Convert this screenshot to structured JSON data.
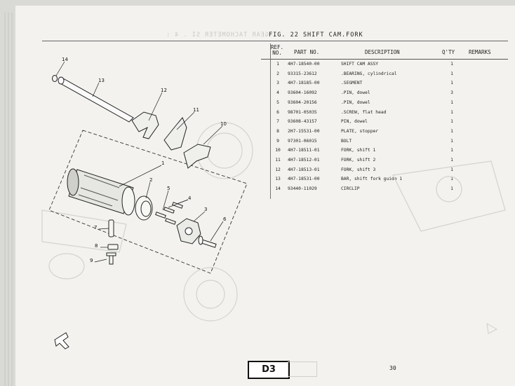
{
  "figure": {
    "title": "FIG. 22  SHIFT CAM.FORK"
  },
  "columns": {
    "ref": "REF.\nNO.",
    "part": "PART NO.",
    "desc": "DESCRIPTION",
    "qty": "Q'TY",
    "remarks": "REMARKS"
  },
  "rows": [
    {
      "ref": "1",
      "part": "4H7-18540-00",
      "desc": "SHIFT CAM ASSY",
      "qty": "1"
    },
    {
      "ref": "2",
      "part": "93315-23612",
      "desc": ".BEARING, cylindrical",
      "qty": "1"
    },
    {
      "ref": "3",
      "part": "4H7-18185-00",
      "desc": ".SEGMENT",
      "qty": "1"
    },
    {
      "ref": "4",
      "part": "93604-16092",
      "desc": ".PIN, dowel",
      "qty": "3"
    },
    {
      "ref": "5",
      "part": "93604-20156",
      "desc": ".PIN, dowel",
      "qty": "1"
    },
    {
      "ref": "6",
      "part": "98701-05035",
      "desc": ".SCREW, flat head",
      "qty": "1"
    },
    {
      "ref": "7",
      "part": "93608-43157",
      "desc": "PIN, dowel",
      "qty": "1"
    },
    {
      "ref": "8",
      "part": "2H7-15531-00",
      "desc": "PLATE, stopper",
      "qty": "1"
    },
    {
      "ref": "9",
      "part": "97301-06015",
      "desc": "BOLT",
      "qty": "1"
    },
    {
      "ref": "10",
      "part": "4H7-18511-01",
      "desc": "FORK, shift 1",
      "qty": "1"
    },
    {
      "ref": "11",
      "part": "4H7-18512-01",
      "desc": "FORK, shift 2",
      "qty": "1"
    },
    {
      "ref": "12",
      "part": "4H7-18513-01",
      "desc": "FORK, shift 3",
      "qty": "1"
    },
    {
      "ref": "13",
      "part": "4H7-18531-00",
      "desc": "BAR, shift fork guide 1",
      "qty": "1"
    },
    {
      "ref": "14",
      "part": "93440-11029",
      "desc": "CIRCLIP",
      "qty": "1"
    }
  ],
  "section_tag": "D3",
  "page_number": "30",
  "callouts": [
    "1",
    "2",
    "3",
    "4",
    "5",
    "6",
    "7",
    "8",
    "9",
    "10",
    "11",
    "12",
    "13",
    "14"
  ]
}
